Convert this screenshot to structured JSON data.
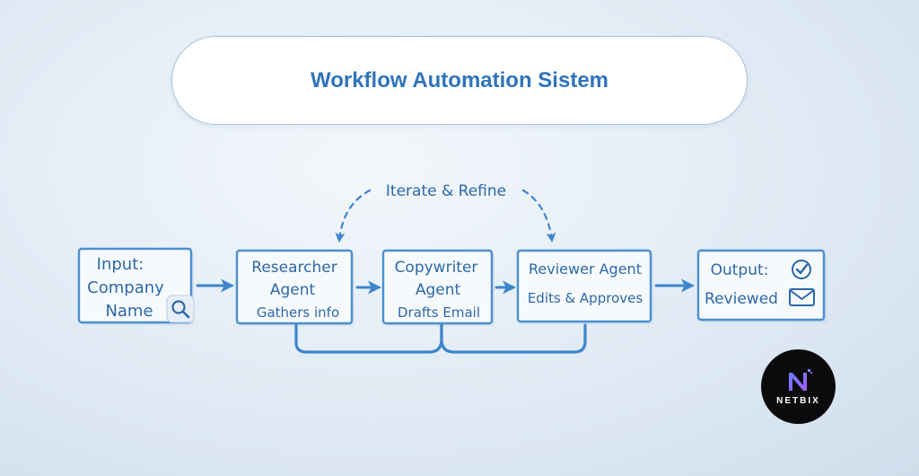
{
  "title": "Workflow Automation Sistem",
  "loop_label": "Iterate & Refine",
  "nodes": [
    {
      "id": "input",
      "lines": [
        "Input:",
        "Company",
        "Name"
      ],
      "icon": "search-icon"
    },
    {
      "id": "researcher",
      "lines": [
        "Researcher",
        "Agent",
        "Gathers info"
      ]
    },
    {
      "id": "copywriter",
      "lines": [
        "Copywriter",
        "Agent",
        "Drafts Email"
      ]
    },
    {
      "id": "reviewer",
      "lines": [
        "Reviewer Agent",
        "Edits & Approves"
      ]
    },
    {
      "id": "output",
      "lines": [
        "Output:",
        "Reviewed"
      ],
      "icons": [
        "check-circle-icon",
        "envelope-icon"
      ]
    }
  ],
  "logo": {
    "text": "NETBIX"
  },
  "colors": {
    "accent": "#2f74b9",
    "stroke": "#3d86cc",
    "box_border": "#4b8fd0",
    "logo_bg": "#0b0b0e"
  }
}
